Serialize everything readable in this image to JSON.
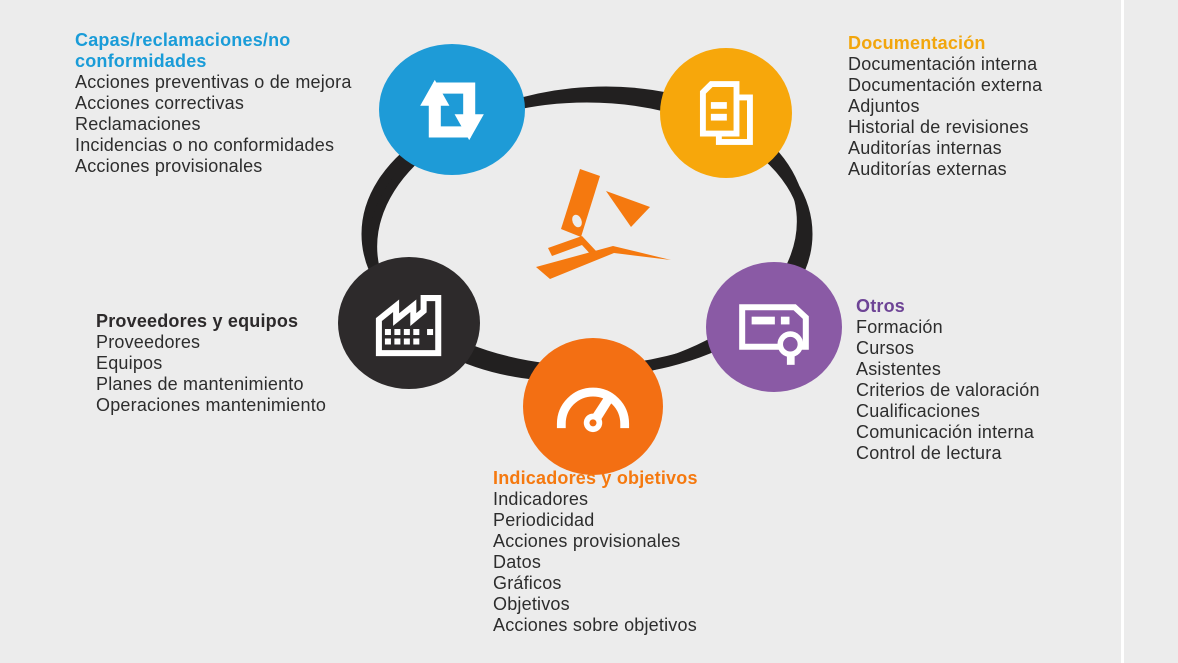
{
  "page": {
    "background": "#ececec",
    "divider_color": "#ffffff",
    "text_color": "#2d2d2d"
  },
  "ring": {
    "color": "#222020"
  },
  "logo": {
    "name": "brand-logo",
    "color": "#f5790f"
  },
  "sections": [
    {
      "id": "capas",
      "title": "Capas/reclamaciones/no conformidades",
      "title_color": "#1a9cd8",
      "circle_color": "#1e9bd7",
      "icon": "repeat-icon",
      "items": [
        "Acciones preventivas o de mejora",
        "Acciones correctivas",
        "Reclamaciones",
        "Incidencias o no conformidades",
        "Acciones provisionales"
      ]
    },
    {
      "id": "documentacion",
      "title": "Documentación",
      "title_color": "#f2a60d",
      "circle_color": "#f7a70b",
      "icon": "documents-icon",
      "items": [
        "Documentación interna",
        "Documentación externa",
        "Adjuntos",
        "Historial de revisiones",
        "Auditorías internas",
        "Auditorías externas"
      ]
    },
    {
      "id": "proveedores",
      "title": "Proveedores y equipos",
      "title_color": "#2d2a2b",
      "circle_color": "#2d2a2b",
      "icon": "factory-icon",
      "items": [
        "Proveedores",
        "Equipos",
        "Planes de mantenimiento",
        "Operaciones mantenimiento"
      ]
    },
    {
      "id": "otros",
      "title": "Otros",
      "title_color": "#6e4496",
      "circle_color": "#8a5aa5",
      "icon": "certificate-icon",
      "items": [
        "Formación",
        "Cursos",
        "Asistentes",
        "Criterios de valoración",
        "Cualificaciones",
        "Comunicación interna",
        "Control de lectura"
      ]
    },
    {
      "id": "indicadores",
      "title": "Indicadores y objetivos",
      "title_color": "#f5790f",
      "circle_color": "#f36f13",
      "icon": "gauge-icon",
      "items": [
        "Indicadores",
        "Periodicidad",
        "Acciones provisionales",
        "Datos",
        "Gráficos",
        "Objetivos",
        "Acciones sobre objetivos"
      ]
    }
  ]
}
